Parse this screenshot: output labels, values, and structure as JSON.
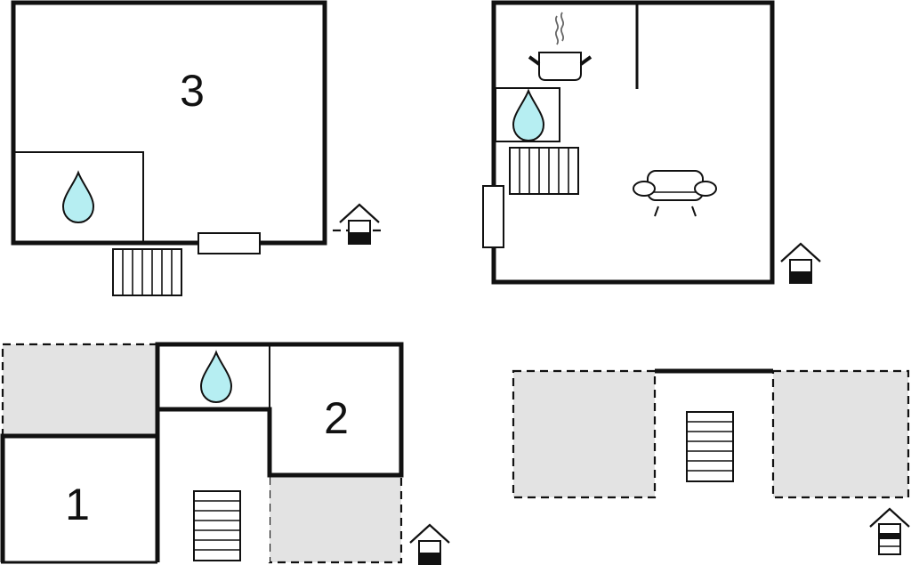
{
  "colors": {
    "wall": "#111111",
    "water": "#b6eef2",
    "shaded_area": "#e3e3e3",
    "background": "#ffffff"
  },
  "icons": [
    "water-drop-icon",
    "radiator-icon",
    "stove-pot-icon",
    "sofa-icon",
    "entrance-icon",
    "stairs-icon"
  ],
  "floor_plans": {
    "top_left": {
      "room_label": "3"
    },
    "bottom_left": {
      "room_labels": [
        "1",
        "2"
      ]
    }
  }
}
